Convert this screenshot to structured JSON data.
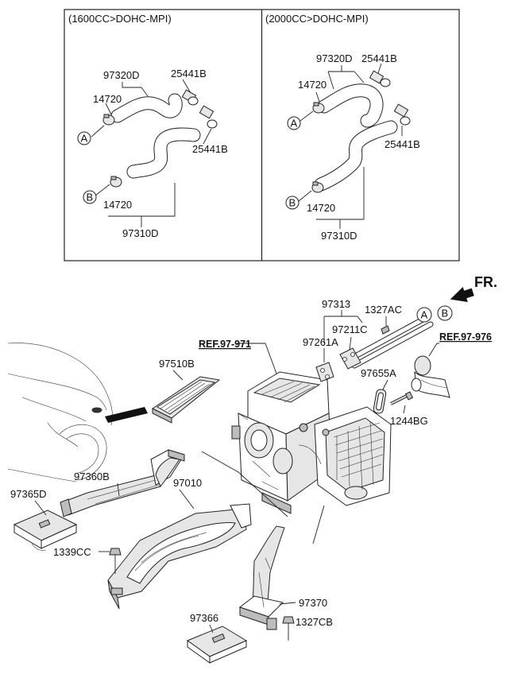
{
  "sections": {
    "left_title": "(1600CC>DOHC-MPI)",
    "right_title": "(2000CC>DOHC-MPI)"
  },
  "left_labels": {
    "hose_upper": "97320D",
    "clamp_upper": "14720",
    "clip_top": "25441B",
    "clip_mid": "25441B",
    "clamp_lower": "14720",
    "hose_lower": "97310D",
    "marker_a": "A",
    "marker_b": "B"
  },
  "right_labels": {
    "hose_upper": "97320D",
    "clip_top": "25441B",
    "clamp_upper": "14720",
    "clip_mid": "25441B",
    "clamp_lower": "14720",
    "hose_lower": "97310D",
    "marker_a": "A",
    "marker_b": "B"
  },
  "main": {
    "fr": "FR.",
    "ref_971": "REF.97-971",
    "ref_976": "REF.97-976",
    "pipe_assy": "97313",
    "bolt_1327ac": "1327AC",
    "gasket_97211c": "97211C",
    "gasket_97261a": "97261A",
    "marker_a": "A",
    "marker_b": "B",
    "seal_97655a": "97655A",
    "bolt_1244bg": "1244BG",
    "filter_97510b": "97510B",
    "duct_97360b": "97360B",
    "duct_97010": "97010",
    "duct_97365d": "97365D",
    "screw_1339cc": "1339CC",
    "duct_97370": "97370",
    "duct_97366": "97366",
    "screw_1327cb": "1327CB"
  }
}
